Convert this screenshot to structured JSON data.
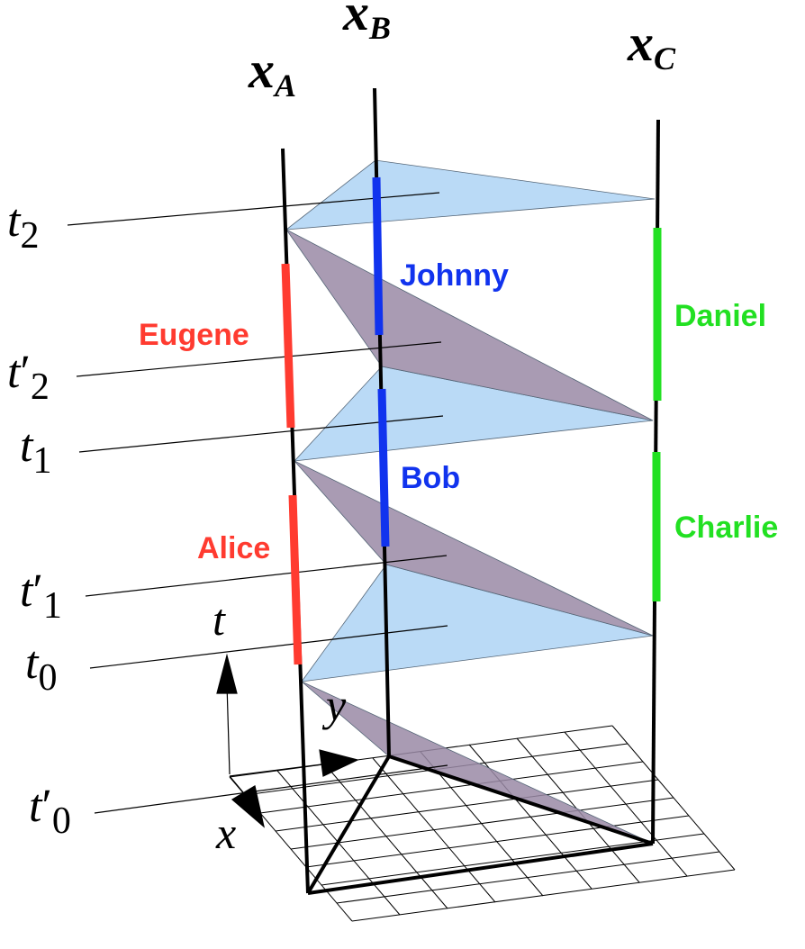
{
  "colors": {
    "background": "#ffffff",
    "worldline": "#000000",
    "plane_light": "#b3d6f5",
    "plane_dark": "#9a8aa6",
    "red": "#ff3b30",
    "blue": "#1133ee",
    "green": "#22e022"
  },
  "worldline_labels": {
    "a_base": "x",
    "a_sub": "A",
    "b_base": "x",
    "b_sub": "B",
    "c_base": "x",
    "c_sub": "C"
  },
  "time_labels": {
    "t2": {
      "base": "t",
      "prime": "",
      "sub": "2"
    },
    "t2p": {
      "base": "t",
      "prime": "′",
      "sub": "2"
    },
    "t1": {
      "base": "t",
      "prime": "",
      "sub": "1"
    },
    "t1p": {
      "base": "t",
      "prime": "′",
      "sub": "1"
    },
    "t0": {
      "base": "t",
      "prime": "",
      "sub": "0"
    },
    "t0p": {
      "base": "t",
      "prime": "′",
      "sub": "0"
    }
  },
  "axis_labels": {
    "t": "t",
    "x": "x",
    "y": "y"
  },
  "agents": {
    "johnny": "Johnny",
    "bob": "Bob",
    "eugene": "Eugene",
    "alice": "Alice",
    "daniel": "Daniel",
    "charlie": "Charlie"
  }
}
